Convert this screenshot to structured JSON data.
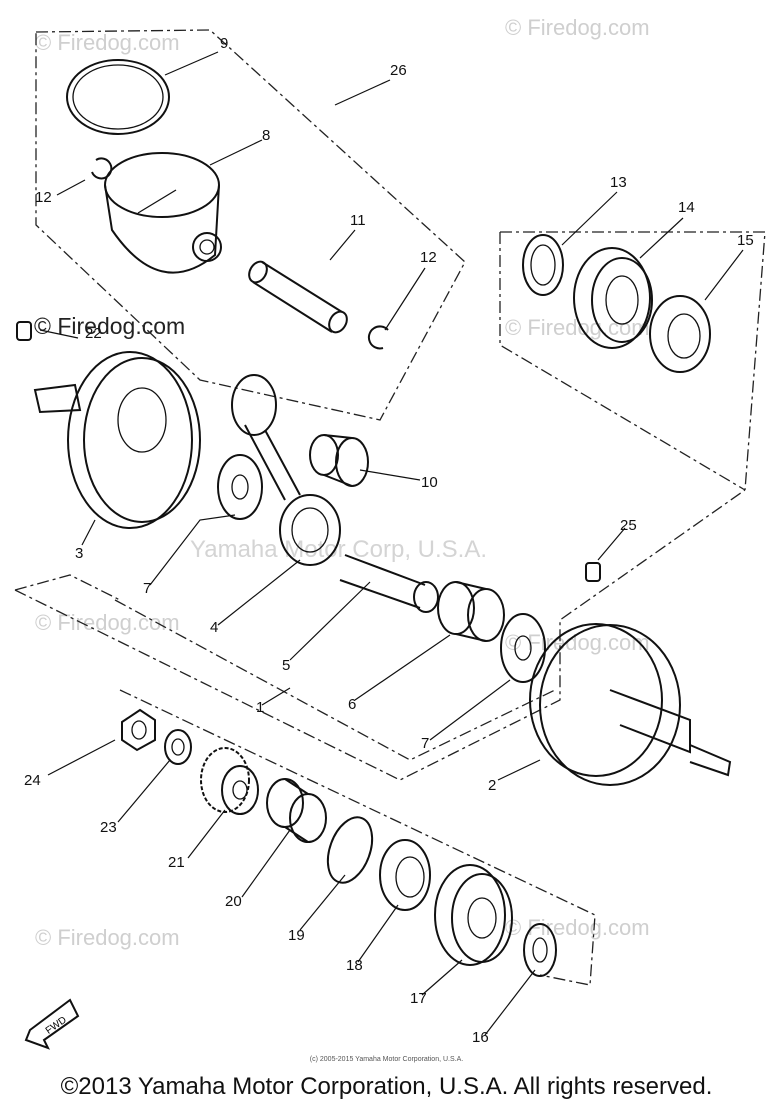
{
  "watermarks": {
    "site": "© Firedog.com",
    "site_dark": "© Firedog.com",
    "center": "Yamaha Motor Corp, U.S.A."
  },
  "callouts": [
    "1",
    "2",
    "3",
    "4",
    "5",
    "6",
    "7",
    "7",
    "8",
    "9",
    "10",
    "11",
    "12",
    "12",
    "13",
    "14",
    "15",
    "16",
    "17",
    "18",
    "19",
    "20",
    "21",
    "22",
    "23",
    "24",
    "25",
    "26"
  ],
  "fwd_label": "FWD",
  "footer": {
    "small": "(c) 2005-2015 Yamaha Motor Corporation, U.S.A.",
    "copyright": "©2013 Yamaha Motor Corporation, U.S.A. All rights reserved."
  }
}
